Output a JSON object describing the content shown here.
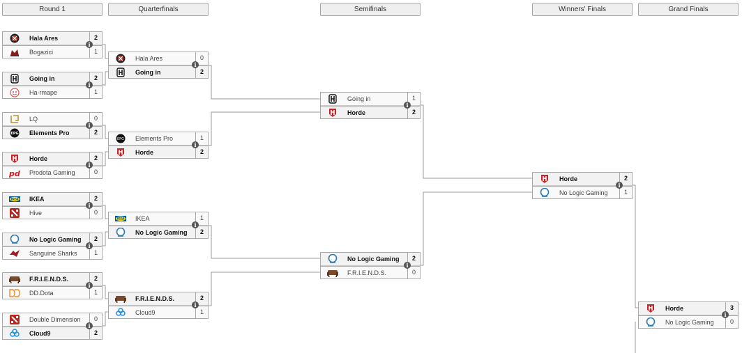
{
  "rounds": [
    "Round 1",
    "Quarterfinals",
    "Semifinals",
    "Winners' Finals",
    "Grand Finals"
  ],
  "info_glyph": "i",
  "matches": {
    "r1_1": {
      "teams": [
        {
          "name": "Hala Ares",
          "score": "2",
          "icon": "hala-ares-logo"
        },
        {
          "name": "Bogazici",
          "score": "1",
          "icon": "bogazici-logo"
        }
      ]
    },
    "r1_2": {
      "teams": [
        {
          "name": "Going in",
          "score": "2",
          "icon": "going-in-logo"
        },
        {
          "name": "Ha-rmape",
          "score": "1",
          "icon": "ha-rmape-logo"
        }
      ]
    },
    "r1_3": {
      "teams": [
        {
          "name": "LQ",
          "score": "0",
          "icon": "lq-logo"
        },
        {
          "name": "Elements Pro",
          "score": "2",
          "icon": "elements-pro-logo"
        }
      ]
    },
    "r1_4": {
      "teams": [
        {
          "name": "Horde",
          "score": "2",
          "icon": "horde-logo"
        },
        {
          "name": "Prodota Gaming",
          "score": "0",
          "icon": "prodota-logo"
        }
      ]
    },
    "r1_5": {
      "teams": [
        {
          "name": "IKEA",
          "score": "2",
          "icon": "ikea-logo"
        },
        {
          "name": "Hive",
          "score": "0",
          "icon": "dota-logo"
        }
      ]
    },
    "r1_6": {
      "teams": [
        {
          "name": "No Logic Gaming",
          "score": "2",
          "icon": "no-logic-logo"
        },
        {
          "name": "Sanguine Sharks",
          "score": "1",
          "icon": "sanguine-sharks-logo"
        }
      ]
    },
    "r1_7": {
      "teams": [
        {
          "name": "F.R.I.E.N.D.S.",
          "score": "2",
          "icon": "couch-logo"
        },
        {
          "name": "DD.Dota",
          "score": "1",
          "icon": "dd-dota-logo"
        }
      ]
    },
    "r1_8": {
      "teams": [
        {
          "name": "Double Dimension",
          "score": "0",
          "icon": "dota-logo"
        },
        {
          "name": "Cloud9",
          "score": "2",
          "icon": "cloud9-logo"
        }
      ]
    },
    "qf_1": {
      "teams": [
        {
          "name": "Hala Ares",
          "score": "0",
          "icon": "hala-ares-logo"
        },
        {
          "name": "Going in",
          "score": "2",
          "icon": "going-in-logo"
        }
      ]
    },
    "qf_2": {
      "teams": [
        {
          "name": "Elements Pro",
          "score": "1",
          "icon": "elements-pro-logo"
        },
        {
          "name": "Horde",
          "score": "2",
          "icon": "horde-logo"
        }
      ]
    },
    "qf_3": {
      "teams": [
        {
          "name": "IKEA",
          "score": "1",
          "icon": "ikea-logo"
        },
        {
          "name": "No Logic Gaming",
          "score": "2",
          "icon": "no-logic-logo"
        }
      ]
    },
    "qf_4": {
      "teams": [
        {
          "name": "F.R.I.E.N.D.S.",
          "score": "2",
          "icon": "couch-logo"
        },
        {
          "name": "Cloud9",
          "score": "1",
          "icon": "cloud9-logo"
        }
      ]
    },
    "sf_1": {
      "teams": [
        {
          "name": "Going in",
          "score": "1",
          "icon": "going-in-logo"
        },
        {
          "name": "Horde",
          "score": "2",
          "icon": "horde-logo"
        }
      ]
    },
    "sf_2": {
      "teams": [
        {
          "name": "No Logic Gaming",
          "score": "2",
          "icon": "no-logic-logo"
        },
        {
          "name": "F.R.I.E.N.D.S.",
          "score": "0",
          "icon": "couch-logo"
        }
      ]
    },
    "wf_1": {
      "teams": [
        {
          "name": "Horde",
          "score": "2",
          "icon": "horde-logo"
        },
        {
          "name": "No Logic Gaming",
          "score": "1",
          "icon": "no-logic-logo"
        }
      ]
    },
    "gf_1": {
      "teams": [
        {
          "name": "Horde",
          "score": "3",
          "icon": "horde-logo"
        },
        {
          "name": "No Logic Gaming",
          "score": "0",
          "icon": "no-logic-logo"
        }
      ]
    }
  }
}
